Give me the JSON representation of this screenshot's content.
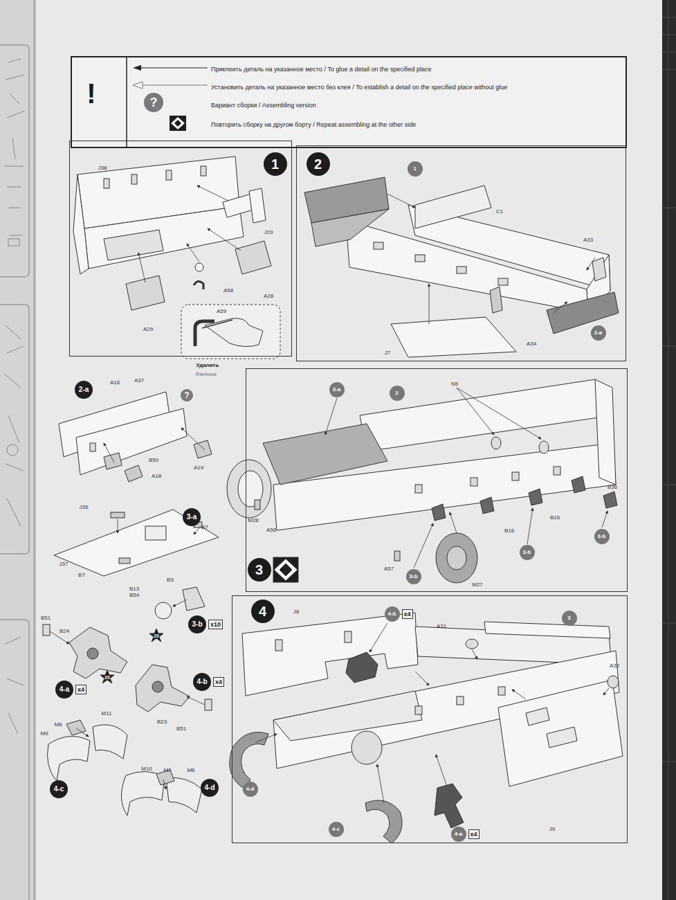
{
  "diagram": {
    "nodes": [
      {
        "text": [
          "1"
        ]
      },
      {
        "text": [
          "2"
        ]
      },
      {
        "text": [
          "1"
        ],
        "in": 1
      },
      {
        "text": [
          "2-a"
        ],
        "in": 1
      },
      {
        "text": [
          "3"
        ]
      },
      {
        "text": [
          "3-a"
        ],
        "in": 4
      },
      {
        "text": [
          "2"
        ],
        "in": 4
      },
      {
        "text": [
          "3-b"
        ],
        "in": 4
      },
      {
        "text": [
          "3-b"
        ],
        "in": 4
      },
      {
        "text": [
          "3-b"
        ],
        "in": 4
      },
      {
        "text": [
          "4"
        ]
      },
      {
        "text": [
          "4-b",
          "x4"
        ],
        "in": 10
      },
      {
        "text": [
          "3"
        ],
        "in": 10
      },
      {
        "text": [
          "4-d"
        ],
        "in": 10
      },
      {
        "text": [
          "4-c"
        ],
        "in": 10
      },
      {
        "text": [
          "4-a",
          "x4"
        ],
        "in": 10
      },
      {
        "text": [
          "2-a"
        ]
      },
      {
        "text": [
          "3-a"
        ]
      },
      {
        "text": [
          "3-b",
          "x10"
        ]
      },
      {
        "text": [
          "4-a",
          "x4"
        ]
      },
      {
        "text": [
          "4-b",
          "x4"
        ]
      },
      {
        "text": [
          "4-c"
        ]
      },
      {
        "text": [
          "4-d"
        ]
      }
    ],
    "labels": [
      "!",
      "?",
      "J38",
      "J29",
      "A28",
      "A58",
      "A29",
      "A59",
      "Удалить",
      "Remove",
      "C1",
      "A33",
      "A34",
      "J7",
      "N5",
      "B36",
      "B16",
      "B16",
      "M28",
      "A56",
      "A57",
      "M27",
      "J8",
      "A31",
      "A32",
      "J9",
      "A16",
      "A37",
      "?",
      "B50",
      "A19",
      "A18",
      "J35",
      "B7",
      "J37",
      "B7",
      "B5",
      "B13",
      "B54",
      "20",
      "B51",
      "B24",
      "20",
      "B23",
      "B51",
      "M11",
      "M8",
      "M9",
      "M10",
      "M7",
      "M6"
    ],
    "legend": [
      {
        "text": "Приклеить деталь на указанное место / To glue a detail on the specified place"
      },
      {
        "text": "Установить деталь на указанное место без клея / To establish a detail on the specified place without glue"
      },
      {
        "text": "Вариант сборки / Assembling version"
      },
      {
        "text": "Повторить сборку на другом борту / Repeat assembling at the other side"
      }
    ]
  }
}
